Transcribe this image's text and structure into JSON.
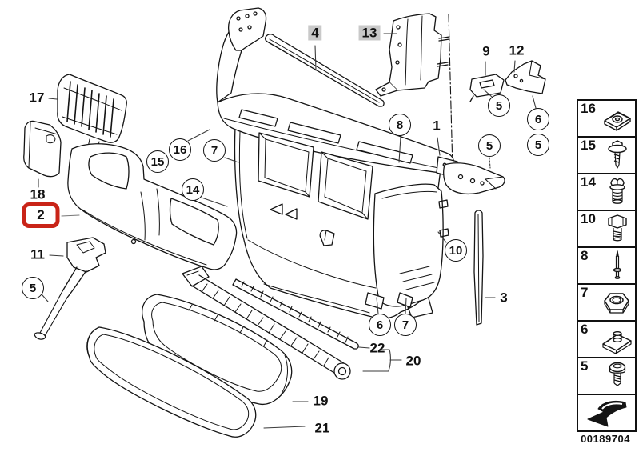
{
  "diagram_type": "exploded-parts-diagram",
  "highlighted_part": "2",
  "colors": {
    "highlight_red": "#c92418",
    "label_highlight_grey": "#c9c9c9",
    "line_black": "#141414",
    "background": "#ffffff"
  },
  "callouts": [
    {
      "part": "17",
      "style": "plain"
    },
    {
      "part": "18",
      "style": "plain"
    },
    {
      "part": "2",
      "style": "red-box"
    },
    {
      "part": "11",
      "style": "plain"
    },
    {
      "part": "5",
      "style": "circle"
    },
    {
      "part": "15",
      "style": "circle"
    },
    {
      "part": "16",
      "style": "circle"
    },
    {
      "part": "7",
      "style": "circle"
    },
    {
      "part": "14",
      "style": "circle"
    },
    {
      "part": "4",
      "style": "grey-tag"
    },
    {
      "part": "13",
      "style": "grey-tag"
    },
    {
      "part": "8",
      "style": "circle"
    },
    {
      "part": "1",
      "style": "plain"
    },
    {
      "part": "9",
      "style": "plain"
    },
    {
      "part": "12",
      "style": "plain"
    },
    {
      "part": "5",
      "style": "circle"
    },
    {
      "part": "6",
      "style": "circle"
    },
    {
      "part": "5",
      "style": "circle"
    },
    {
      "part": "5",
      "style": "circle"
    },
    {
      "part": "10",
      "style": "circle"
    },
    {
      "part": "3",
      "style": "plain"
    },
    {
      "part": "6",
      "style": "circle"
    },
    {
      "part": "7",
      "style": "circle"
    },
    {
      "part": "22",
      "style": "plain"
    },
    {
      "part": "20",
      "style": "plain"
    },
    {
      "part": "19",
      "style": "plain"
    },
    {
      "part": "21",
      "style": "plain"
    }
  ],
  "legend": {
    "items": [
      {
        "part": "16",
        "icon": "clip-nut-icon"
      },
      {
        "part": "15",
        "icon": "self-tapping-screw-icon"
      },
      {
        "part": "14",
        "icon": "expansion-rivet-icon"
      },
      {
        "part": "10",
        "icon": "hex-bolt-icon"
      },
      {
        "part": "8",
        "icon": "stud-pin-icon"
      },
      {
        "part": "7",
        "icon": "hex-nut-icon"
      },
      {
        "part": "6",
        "icon": "clamp-nut-icon"
      },
      {
        "part": "5",
        "icon": "machine-screw-icon"
      }
    ],
    "footer_arrow_icon": "back-arrow-icon"
  },
  "footer": {
    "drawing_number": "00189704"
  }
}
